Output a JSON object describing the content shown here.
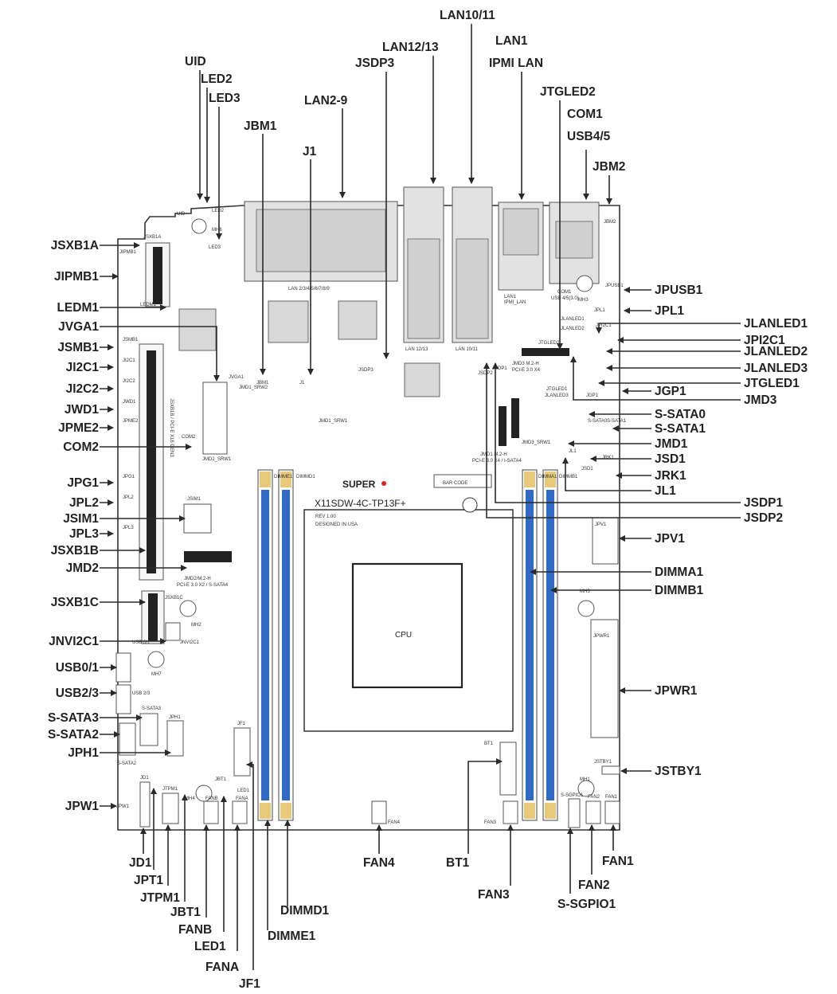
{
  "board": {
    "model": "X11SDW-4C-TP13F+",
    "rev": "REV 1.00",
    "origin": "DESIGNED IN USA",
    "brand": "SUPER",
    "cpu": "CPU",
    "barcode": "BAR CODE"
  },
  "callouts": {
    "top": [
      "UID",
      "LED2",
      "LED3",
      "LAN2-9",
      "JBM1",
      "J1",
      "JSDP3",
      "LAN12/13",
      "LAN10/11",
      "LAN1",
      "IPMI LAN",
      "JTGLED2",
      "COM1",
      "USB4/5",
      "JBM2"
    ],
    "left": [
      "JSXB1A",
      "JIPMB1",
      "LEDM1",
      "JVGA1",
      "JSMB1",
      "JI2C1",
      "JI2C2",
      "JWD1",
      "JPME2",
      "COM2",
      "JPG1",
      "JPL2",
      "JSIM1",
      "JPL3",
      "JSXB1B",
      "JMD2",
      "JSXB1C",
      "JNVI2C1",
      "USB0/1",
      "USB2/3",
      "S-SATA3",
      "S-SATA2",
      "JPH1",
      "JPW1"
    ],
    "right": [
      "JPUSB1",
      "JPL1",
      "JLANLED1",
      "JPI2C1",
      "JLANLED2",
      "JLANLED3",
      "JTGLED1",
      "JGP1",
      "JMD3",
      "S-SATA0",
      "S-SATA1",
      "JMD1",
      "JSD1",
      "JRK1",
      "JL1",
      "JSDP1",
      "JSDP2",
      "JPV1",
      "DIMMA1",
      "DIMMB1",
      "JPWR1",
      "JSTBY1"
    ],
    "bottom": [
      "JD1",
      "JPT1",
      "JTPM1",
      "JBT1",
      "FANB",
      "LED1",
      "FANA",
      "JF1",
      "DIMME1",
      "DIMMD1",
      "FAN4",
      "BT1",
      "FAN3",
      "S-SGPIO1",
      "FAN2",
      "FAN1"
    ]
  },
  "silk": {
    "lan29": "LAN 2/3/4/5/6/7/8/9",
    "lan1213": "LAN 12/13",
    "lan1011": "LAN 10/11",
    "lan1": "LAN1",
    "ipmi": "IPMI_LAN",
    "usb45": "USB 4/5(3.0)",
    "com1": "COM1",
    "jsxb1a": "JSXB1A",
    "jsxb1b": "JSXB1B / PCI-E X16 GEN3",
    "jsxb1c": "JSXB1C",
    "jvga1": "JVGA1",
    "com2": "COM2",
    "jmd1srw2": "JMD1_SRW2",
    "jmd1srw1": "JMD1_SRW1",
    "jmd2srw1": "JMD2_SRW1",
    "jmd3srw1": "JMD3_SRW1",
    "jmd2": "JMD2/M.2-H",
    "jmd2sub": "PCI-E 3.0 X2 / S-SATA4",
    "jmd1": "JMD1 M.2-H",
    "jmd1sub": "PCI-E 3.0 X4 / I-SATA4",
    "jmd3": "JMD3 M.2-H",
    "jmd3sub": "PCI-E 3.0 X4",
    "s_sata3": "S-SATA3",
    "s_sata2": "S-SATA2",
    "usb23": "USB 2/3",
    "usb01": "USB 0/1",
    "jnvi2c1": "JNVI2C1",
    "jsim1": "JSIM1",
    "mh1": "MH1",
    "mh2": "MH2",
    "mh3": "MH3",
    "mh4": "MH4",
    "mh5": "MH5",
    "mh6": "MH6",
    "mh7": "MH7",
    "bt1": "BT1",
    "jstby1": "JSTBY1",
    "jpwr1": "JPWR1",
    "jpv1": "JPV1",
    "fan1": "FAN1",
    "fan2": "FAN2",
    "fan3": "FAN3",
    "fan4": "FAN4",
    "fana": "FANA",
    "fanb": "FANB",
    "jpw1": "JPW1",
    "jd1": "JD1",
    "jtpm1": "JTPM1",
    "jf1": "JF1",
    "jph1": "JPH1",
    "led1": "LED1",
    "jbt1": "JBT1",
    "sgpio": "S-SGPIO1",
    "dimmd1": "DIMMD1",
    "dimme1": "DIMME1",
    "dimma1": "DIMMA1",
    "dimmb1": "DIMMB1",
    "jtgled2": "JTGLED2",
    "jtgled1": "JTGLED1",
    "jlanled1": "JLANLED1",
    "jlanled2": "JLANLED2",
    "jlanled3": "JLANLED3",
    "jgp1": "JGP1",
    "jpi2c1": "JPI2C1",
    "jpl1": "JPL1",
    "jpusb1": "JPUSB1",
    "jbm2": "JBM2",
    "jbm1": "JBM1",
    "j1": "J1",
    "jsdp3": "JSDP3",
    "jsdp1": "JSDP1",
    "jsdp2": "JSDP2",
    "led3": "LED3",
    "led2": "LED2",
    "uid": "UID",
    "jsd1": "JSD1",
    "jrk1": "JRK1",
    "jl1": "JL1",
    "ssata0": "S-SATA0",
    "ssata1": "S-SATA1",
    "jsmb1": "JSMB1",
    "ji2c1": "JI2C1",
    "ji2c2": "JI2C2",
    "jwd1": "JWD1",
    "jpme2": "JPME2",
    "jpg1": "JPG1",
    "jpl2": "JPL2",
    "jpl3": "JPL3",
    "jipmb1": "JIPMB1",
    "ledm1": "LEDM1"
  }
}
